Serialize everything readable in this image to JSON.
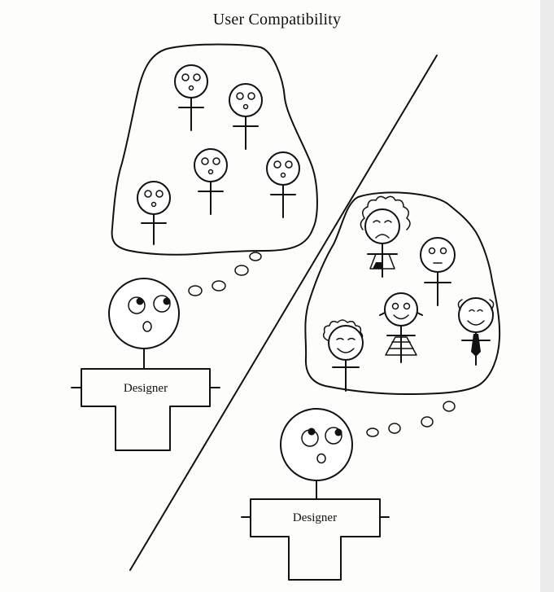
{
  "title": "User Compatibility",
  "left_panel": {
    "designer_label": "Designer",
    "thought_users": [
      "identical-user",
      "identical-user",
      "identical-user",
      "identical-user",
      "identical-user"
    ]
  },
  "right_panel": {
    "designer_label": "Designer",
    "thought_users": [
      "frowning-curly-hair-user",
      "neutral-user",
      "smiling-user-striped-dress",
      "smiling-user-tie",
      "smiling-curly-hair-user"
    ]
  },
  "colors": {
    "ink": "#111111",
    "paper": "#fdfdfb"
  }
}
